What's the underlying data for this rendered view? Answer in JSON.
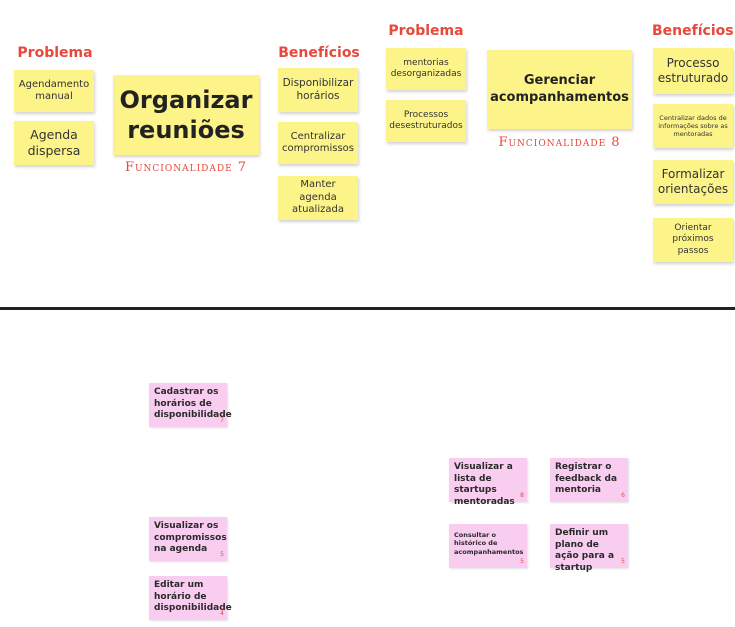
{
  "left": {
    "problema_label": "Problema",
    "beneficios_label": "Benefícios",
    "problems": [
      "Agendamento manual",
      "Agenda dispersa"
    ],
    "title": "Organizar reuniões",
    "funcionalidade": "Funcionalidade 7",
    "benefits": [
      "Disponibilizar horários",
      "Centralizar compromissos",
      "Manter agenda atualizada"
    ]
  },
  "right": {
    "problema_label": "Problema",
    "beneficios_label": "Benefícios",
    "problems": [
      "mentorias desorganizadas",
      "Processos desestruturados"
    ],
    "title": "Gerenciar acompanhamentos",
    "funcionalidade": "Funcionalidade 8",
    "benefits": [
      "Processo estruturado",
      "Centralizar dados de informações sobre as mentoradas",
      "Formalizar orientações",
      "Orientar próximos passos"
    ]
  },
  "stories": [
    {
      "text": "Cadastrar os horários de disponibilidade",
      "num": "7"
    },
    {
      "text": "Visualizar os compromissos na agenda",
      "num": "5"
    },
    {
      "text": "Editar um horário de disponibilidade",
      "num": "4"
    },
    {
      "text": "Visualizar a lista de startups mentoradas",
      "num": "8"
    },
    {
      "text": "Registrar o feedback da mentoria",
      "num": "6"
    },
    {
      "text": "Consultar o histórico de acompanhamentos",
      "num": "5"
    },
    {
      "text": "Definir um plano de ação para a startup",
      "num": "5"
    }
  ],
  "colors": {
    "sticky_yellow": "#fdf489",
    "sticky_pink": "#f9cdf0",
    "accent_red": "#e8483a"
  }
}
